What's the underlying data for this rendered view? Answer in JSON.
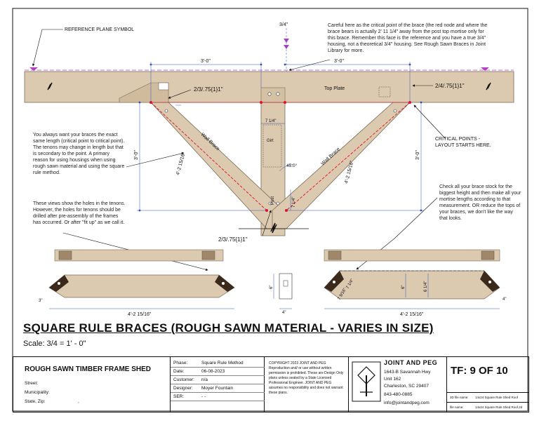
{
  "labels": {
    "reference_plane": "REFERENCE PLANE SYMBOL",
    "three_quarter": "3/4\"",
    "dim_3_0_left": "3'-0\"",
    "dim_3_0_right": "3'-0\"",
    "joint_left": "2/3/.75{1}1\"",
    "joint_right": "2/4/.75{1}1\"",
    "joint_post": "2/3/.75{1}1\"",
    "top_plate": "Top Plate",
    "wall_brace_left": "Wall Brace",
    "wall_brace_right": "Wall Brace",
    "girt": "Girt",
    "post": "Post",
    "dim_7_1_4_top": "7 1/4\"",
    "dim_7_1_4_side": "7 1/4\"",
    "angle_45": "45.0°",
    "brace_len_left": "4'-2 15/16\"",
    "brace_len_right": "4'-2 15/16\"",
    "vert_3_0_left": "3'-0\"",
    "vert_3_0_right": "3'-0\"",
    "critical_points": "CRITICAL POINTS -\nLAYOUT STARTS HERE.",
    "bottom_len_left": "4'-2 15/16\"",
    "bottom_len_right": "4'-2 15/16\"",
    "d_3_left": "3\"",
    "d_4_right": "4\"",
    "d_6": "6\"",
    "d_4": "4\"",
    "d_6_center": "6\"",
    "d_6_1_4": "6 1/4\"",
    "d_7_1_4": "7 1/4\"",
    "d_7_9_16": "7 9/16\""
  },
  "notes": {
    "careful": "Careful here as the critical point of the brace (the red node and where the brace bears is actually 2' 11 1/4\" away from the post top mortise only for this brace. Remember this face is the reference and you have a true 3/4\" housing, not a theoretical 3/4\" housing.  See Rough Sawn Braces in Joint Library for more.",
    "same_length": "You always want your braces the exact same length (critical point to critical point).  The tenons may change in length but that is secondary to the point.  A primary reason for using housings when using rough sawn material and using the square rule method.",
    "holes": "These views show the holes in the tenons.  However, the holes for tenons should be drilled after pre-assembly of the frames has occurred. Or after \"fit up\" as we call it.",
    "check_stock": "Check all your brace stock for the biggest height and then make all your mortise lengths according to that measurement.  OR reduce the tops of your braces, we don't like the way that looks."
  },
  "title": {
    "main": "SQUARE RULE BRACES (ROUGH SAWN MATERIAL - VARIES IN SIZE)",
    "scale": "Scale: 3/4  =  1' - 0\""
  },
  "titleblock": {
    "project": "ROUGH SAWN TIMBER FRAME SHED",
    "street_label": "Street:",
    "municipality_label": "Municipality:",
    "state_label": "State, Zip:",
    "state_value": ",",
    "phase_label": "Phase:",
    "phase_value": "Square Rule Method",
    "date_label": "Date:",
    "date_value": "06-08-2023",
    "customer_label": "Customer:",
    "customer_value": "n/a",
    "designer_label": "Designer:",
    "designer_value": "Moyer Fountain",
    "ser_label": "SER:",
    "ser_value": "- -",
    "copyright": "COPYRIGHT 2023  JOINT AND PEG\nReproduction and/ or use without written\npermission is prohibited.  These are Design Only\nplans unless sealed by a State Licensed\nProfessional Engineer.  JOINT AND PEG\nassumes no responsibility and does not warrant\nthese plans.",
    "company": "JOINT AND PEG",
    "address1": "1643-B Savannah Hwy",
    "address2": "Unit 162",
    "address3": "Charleston, SC 29407",
    "phone": "843-480-0885",
    "email": "info@jointandpeg.com",
    "sheet": "TF: 9 OF 10",
    "file_label": "3D file name:",
    "file_value": "14x24 Square Rule Shed Roof",
    "file2_label": "file name:",
    "file2_value": "14x24 Square Rule Shed Roof.2d"
  },
  "colors": {
    "timber": "#dccab0",
    "timber_edge": "#7a6a55",
    "dim": "#3050c0",
    "red": "#e0102a",
    "ref": "#b040c0",
    "dark_end": "#3b2a1c"
  }
}
